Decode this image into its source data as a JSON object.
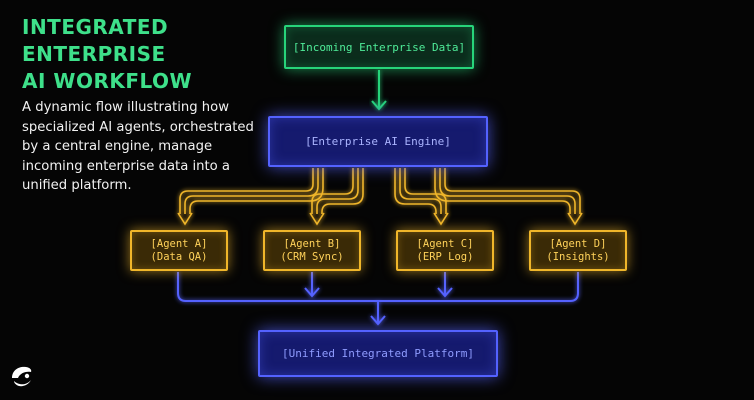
{
  "header": {
    "title_lines": [
      "INTEGRATED",
      "ENTERPRISE",
      "AI WORKFLOW"
    ],
    "description": "A dynamic flow illustrating how specialized AI agents, orchestrated by a central engine, manage incoming enterprise data into a unified platform."
  },
  "nodes": {
    "input": "[Incoming Enterprise Data]",
    "engine": "[Enterprise AI Engine]",
    "agents": [
      {
        "name": "[Agent A]",
        "role": "(Data QA)"
      },
      {
        "name": "[Agent B]",
        "role": "(CRM Sync)"
      },
      {
        "name": "[Agent C]",
        "role": "(ERP Log)"
      },
      {
        "name": "[Agent D]",
        "role": "(Insights)"
      }
    ],
    "output": "[Unified Integrated Platform]"
  },
  "colors": {
    "title": "#3ee08a",
    "input": "#27d47a",
    "engine": "#5462ff",
    "agents": "#f0b62a",
    "output": "#5462ff",
    "background": "#050505"
  },
  "icons": {
    "logo": "leaf-swirl-logo-icon"
  }
}
